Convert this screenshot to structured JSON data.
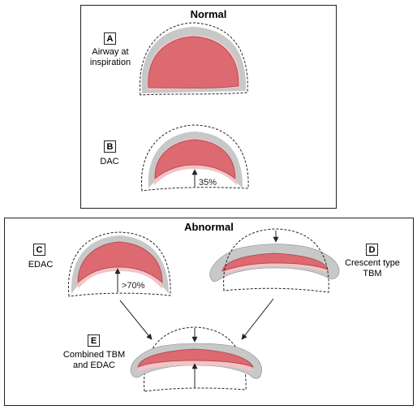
{
  "normal": {
    "title": "Normal",
    "A": {
      "letter": "A",
      "caption_line1": "Airway at",
      "caption_line2": "inspiration"
    },
    "B": {
      "letter": "B",
      "caption": "DAC",
      "percent": "35%"
    }
  },
  "abnormal": {
    "title": "Abnormal",
    "C": {
      "letter": "C",
      "caption": "EDAC",
      "percent": ">70%"
    },
    "D": {
      "letter": "D",
      "caption_line1": "Crescent type",
      "caption_line2": "TBM"
    },
    "E": {
      "letter": "E",
      "caption_line1": "Combined TBM",
      "caption_line2": "and EDAC"
    }
  },
  "colors": {
    "wall_gray": "#c8c8c8",
    "lumen_red": "#dc6a70",
    "mucosa_pink": "#f2c4c6",
    "outline": "#222222"
  }
}
